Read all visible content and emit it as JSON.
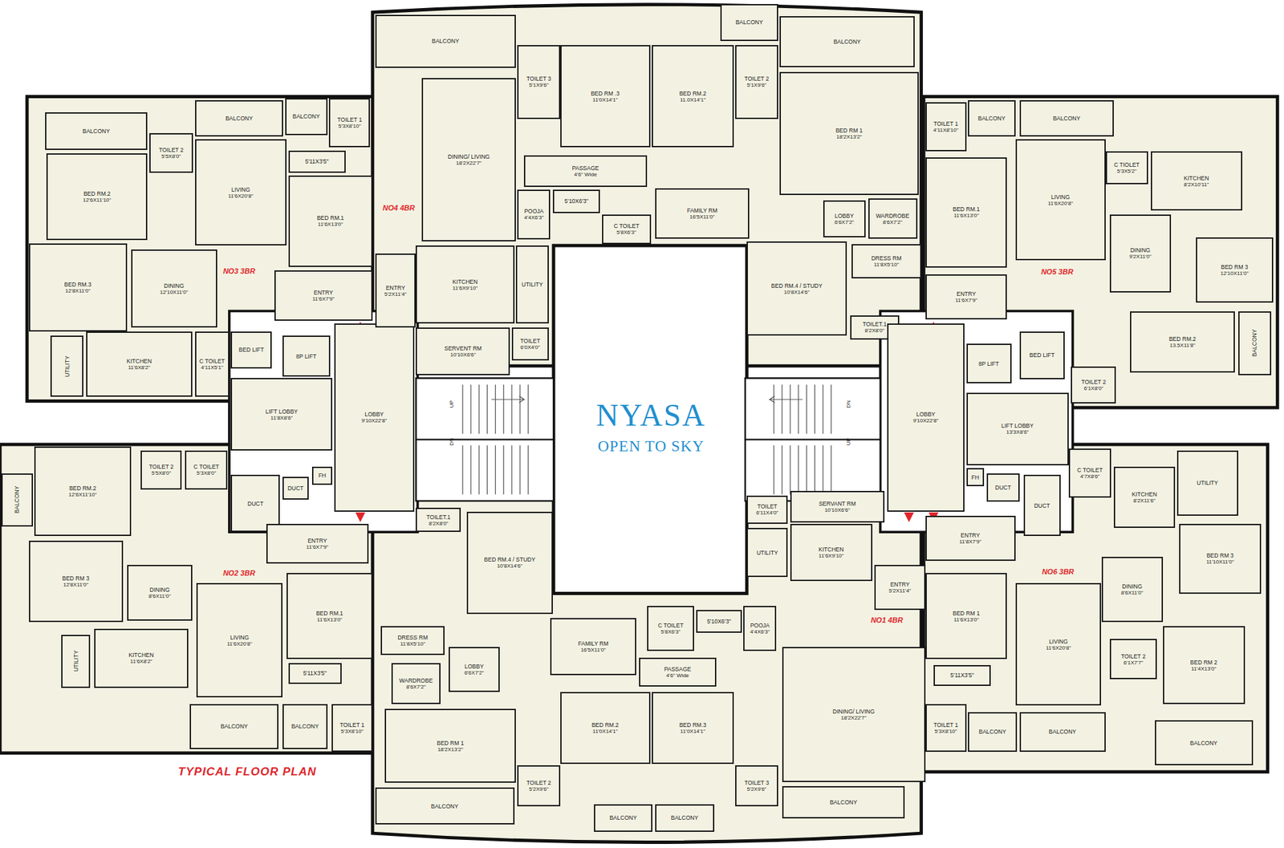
{
  "diagram": {
    "title": "NYASA",
    "caption": "TYPICAL FLOOR PLAN",
    "nodes": [
      {
        "text": [
          "BALCONY"
        ]
      },
      {
        "text": [
          "TOILET 2",
          "5'5X8'0\""
        ]
      },
      {
        "text": [
          "BED RM.2",
          "12'6X11'10\""
        ]
      },
      {
        "text": [
          "BALCONY"
        ]
      },
      {
        "text": [
          "BALCONY"
        ]
      },
      {
        "text": [
          "TOILET 1",
          "5'3X8'10\""
        ]
      },
      {
        "text": [
          "5'11X3'5\""
        ]
      },
      {
        "text": [
          "BED RM.1",
          "11'6X13'0\""
        ]
      },
      {
        "text": [
          "LIVING",
          "11'6X20'8\""
        ]
      },
      {
        "text": [
          "BED RM.3",
          "12'8X11'0\""
        ]
      },
      {
        "text": [
          "DINING",
          "12'10X11'0\""
        ]
      },
      {
        "text": [
          "ENTRY",
          "11'6X7'9\""
        ]
      },
      {
        "text": [
          "UTILITY"
        ]
      },
      {
        "text": [
          "KITCHEN",
          "11'6X8'2\""
        ]
      },
      {
        "text": [
          "C TOILET",
          "4'11X5'1\""
        ]
      },
      {
        "text": [
          "BED LIFT"
        ]
      },
      {
        "text": [
          "8P LIFT"
        ]
      },
      {
        "text": [
          "LIFT LOBBY",
          "11'8X8'6\""
        ]
      },
      {
        "text": [
          "LOBBY",
          "9'10X22'8\""
        ]
      },
      {
        "text": [
          "DUCT"
        ]
      },
      {
        "text": [
          "DUCT"
        ]
      },
      {
        "text": [
          "FH"
        ]
      },
      {
        "text": [
          "BALCONY"
        ]
      },
      {
        "text": [
          "TOILET 3",
          "5'1X9'6\""
        ]
      },
      {
        "text": [
          "BED RM .3",
          "11'0X14'1\""
        ]
      },
      {
        "text": [
          "BED RM.2",
          "11.0X14'1\""
        ]
      },
      {
        "text": [
          "BALCONY"
        ]
      },
      {
        "text": [
          "TOILET 2",
          "5'1X9'6\""
        ]
      },
      {
        "text": [
          "BALCONY"
        ]
      },
      {
        "text": [
          "DINING/ LIVING",
          "18'2X22'7\""
        ]
      },
      {
        "text": [
          "PASSAGE",
          "4'6\" Wide"
        ]
      },
      {
        "text": [
          "POOJA",
          "4'4X6'3\""
        ]
      },
      {
        "text": [
          "5'10X6'3\""
        ]
      },
      {
        "text": [
          "C TOILET",
          "5'8X6'3\""
        ]
      },
      {
        "text": [
          "FAMILY RM",
          "16'5X11'0\""
        ]
      },
      {
        "text": [
          "BED RM 1",
          "18'2X13'2\""
        ]
      },
      {
        "text": [
          "LOBBY",
          "6'6X7'2\""
        ]
      },
      {
        "text": [
          "WARDROBE",
          "8'6X7'2\""
        ]
      },
      {
        "text": [
          "BED RM.4 / STUDY",
          "10'8X14'6\""
        ]
      },
      {
        "text": [
          "DRESS RM",
          "11'8X5'10\""
        ]
      },
      {
        "text": [
          "TOILET.1",
          "8'2X8'0\""
        ]
      },
      {
        "text": [
          "ENTRY",
          "5'2X11'4\""
        ]
      },
      {
        "text": [
          "KITCHEN",
          "11'6X9'10\""
        ]
      },
      {
        "text": [
          "UTILITY"
        ]
      },
      {
        "text": [
          "SERVENT RM",
          "10'10X6'6\""
        ]
      },
      {
        "text": [
          "TOILET",
          "6'0X4'0\""
        ]
      },
      {
        "text": [
          "TOILET 1",
          "4'11X8'10\""
        ]
      },
      {
        "text": [
          "BALCONY"
        ]
      },
      {
        "text": [
          "BALCONY"
        ]
      },
      {
        "text": [
          "C TIOLET",
          "5'3X5'2\""
        ]
      },
      {
        "text": [
          "KITCHEN",
          "8'2X10'11\""
        ]
      },
      {
        "text": [
          "BED RM.1",
          "11'6X13'0\""
        ]
      },
      {
        "text": [
          "LIVING",
          "11'6X20'8\""
        ]
      },
      {
        "text": [
          "DINING",
          "9'2X11'0\""
        ]
      },
      {
        "text": [
          "BED RM 3",
          "12'10X11'0\""
        ]
      },
      {
        "text": [
          "ENTRY",
          "11'6X7'9\""
        ]
      },
      {
        "text": [
          "BED RM.2",
          "13.5X11'8\""
        ]
      },
      {
        "text": [
          "BALCONY"
        ]
      },
      {
        "text": [
          "8P LIFT"
        ]
      },
      {
        "text": [
          "BED LIFT"
        ]
      },
      {
        "text": [
          "TOILET 2",
          "6'1X8'0\""
        ]
      },
      {
        "text": [
          "LOBBY",
          "9'10X22'8\""
        ]
      },
      {
        "text": [
          "LIFT LOBBY",
          "13'3X8'6\""
        ]
      },
      {
        "text": [
          "FH"
        ]
      },
      {
        "text": [
          "DUCT"
        ]
      },
      {
        "text": [
          "DUCT"
        ]
      },
      {
        "text": [
          "TOILET",
          "6'11X4'0\""
        ]
      },
      {
        "text": [
          "SERVANT RM",
          "10'10X6'6\""
        ]
      },
      {
        "text": [
          "C TOILET",
          "4'7X8'6\""
        ]
      },
      {
        "text": [
          "UTILITY"
        ]
      },
      {
        "text": [
          "KITCHEN",
          "8'2X11'6\""
        ]
      },
      {
        "text": [
          "ENTRY",
          "11'8X7'9\""
        ]
      },
      {
        "text": [
          "BED RM 3",
          "11'10X11'0\""
        ]
      },
      {
        "text": [
          "DINING",
          "8'6X11'0\""
        ]
      },
      {
        "text": [
          "LIVING",
          "11'6X20'8\""
        ]
      },
      {
        "text": [
          "BED RM 1",
          "11'6X13'0\""
        ]
      },
      {
        "text": [
          "5'11X3'5\""
        ]
      },
      {
        "text": [
          "TOILET 2",
          "6'1X7'7\""
        ]
      },
      {
        "text": [
          "BED RM 2",
          "11'4X13'0\""
        ]
      },
      {
        "text": [
          "TOILET 1",
          "5'3X8'10\""
        ]
      },
      {
        "text": [
          "BALCONY"
        ]
      },
      {
        "text": [
          "BALCONY"
        ]
      },
      {
        "text": [
          "BALCONY"
        ]
      },
      {
        "text": [
          "UTILITY"
        ]
      },
      {
        "text": [
          "KITCHEN",
          "11'6X9'10\""
        ]
      },
      {
        "text": [
          "ENTRY",
          "5'2X11'4\""
        ]
      },
      {
        "text": [
          "POOJA",
          "4'4X6'3\""
        ]
      },
      {
        "text": [
          "5'10X6'3\""
        ]
      },
      {
        "text": [
          "C TOILET",
          "5'8X6'3\""
        ]
      },
      {
        "text": [
          "FAMILY RM",
          "16'5X11'0\""
        ]
      },
      {
        "text": [
          "PASSAGE",
          "4'6\" Wide"
        ]
      },
      {
        "text": [
          "DINING/ LIVING",
          "18'2X22'7\""
        ]
      },
      {
        "text": [
          "BED RM.2",
          "11'0X14'1\""
        ]
      },
      {
        "text": [
          "BED RM.3",
          "11'0X14'1\""
        ]
      },
      {
        "text": [
          "TOILET 2",
          "5'2X9'6\""
        ]
      },
      {
        "text": [
          "TOILET 3",
          "5'2X9'6\""
        ]
      },
      {
        "text": [
          "BALCONY"
        ]
      },
      {
        "text": [
          "BALCONY"
        ]
      },
      {
        "text": [
          "BALCONY"
        ]
      },
      {
        "text": [
          "TOILET.1",
          "8'2X8'0\""
        ]
      },
      {
        "text": [
          "BED RM.4 / STUDY",
          "10'8X14'6\""
        ]
      },
      {
        "text": [
          "DRESS RM",
          "11'8X5'10\""
        ]
      },
      {
        "text": [
          "WARDROBE",
          "8'6X7'2\""
        ]
      },
      {
        "text": [
          "LOBBY",
          "6'6X7'2\""
        ]
      },
      {
        "text": [
          "BED RM 1",
          "18'2X13'2\""
        ]
      },
      {
        "text": [
          "BALCONY"
        ]
      },
      {
        "text": [
          "BALCONY"
        ]
      },
      {
        "text": [
          "BED RM.2",
          "12'6X11'10\""
        ]
      },
      {
        "text": [
          "TOILET 2",
          "5'5X8'0\""
        ]
      },
      {
        "text": [
          "C TOILET",
          "5'3X8'0\""
        ]
      },
      {
        "text": [
          "ENTRY",
          "11'6X7'9\""
        ]
      },
      {
        "text": [
          "BED RM 3",
          "12'8X11'0\""
        ]
      },
      {
        "text": [
          "DINING",
          "8'6X11'0\""
        ]
      },
      {
        "text": [
          "LIVING",
          "11'6X20'8\""
        ]
      },
      {
        "text": [
          "BED RM.1",
          "11'6X13'0\""
        ]
      },
      {
        "text": [
          "UTILITY"
        ]
      },
      {
        "text": [
          "KITCHEN",
          "11'6X8'2\""
        ]
      },
      {
        "text": [
          "5'11X3'5\""
        ]
      },
      {
        "text": [
          "TOILET 1",
          "5'3X8'10\""
        ]
      },
      {
        "text": [
          "BALCONY"
        ]
      },
      {
        "text": [
          "BALCONY"
        ]
      }
    ],
    "labels": [
      "NO3 3BR",
      "NO4 4BR",
      "NO5 3BR",
      "NO2 3BR",
      "NO6 3BR",
      "NO1 4BR",
      "OPEN TO SKY",
      "UP",
      "DN",
      "DN",
      "UP"
    ]
  }
}
